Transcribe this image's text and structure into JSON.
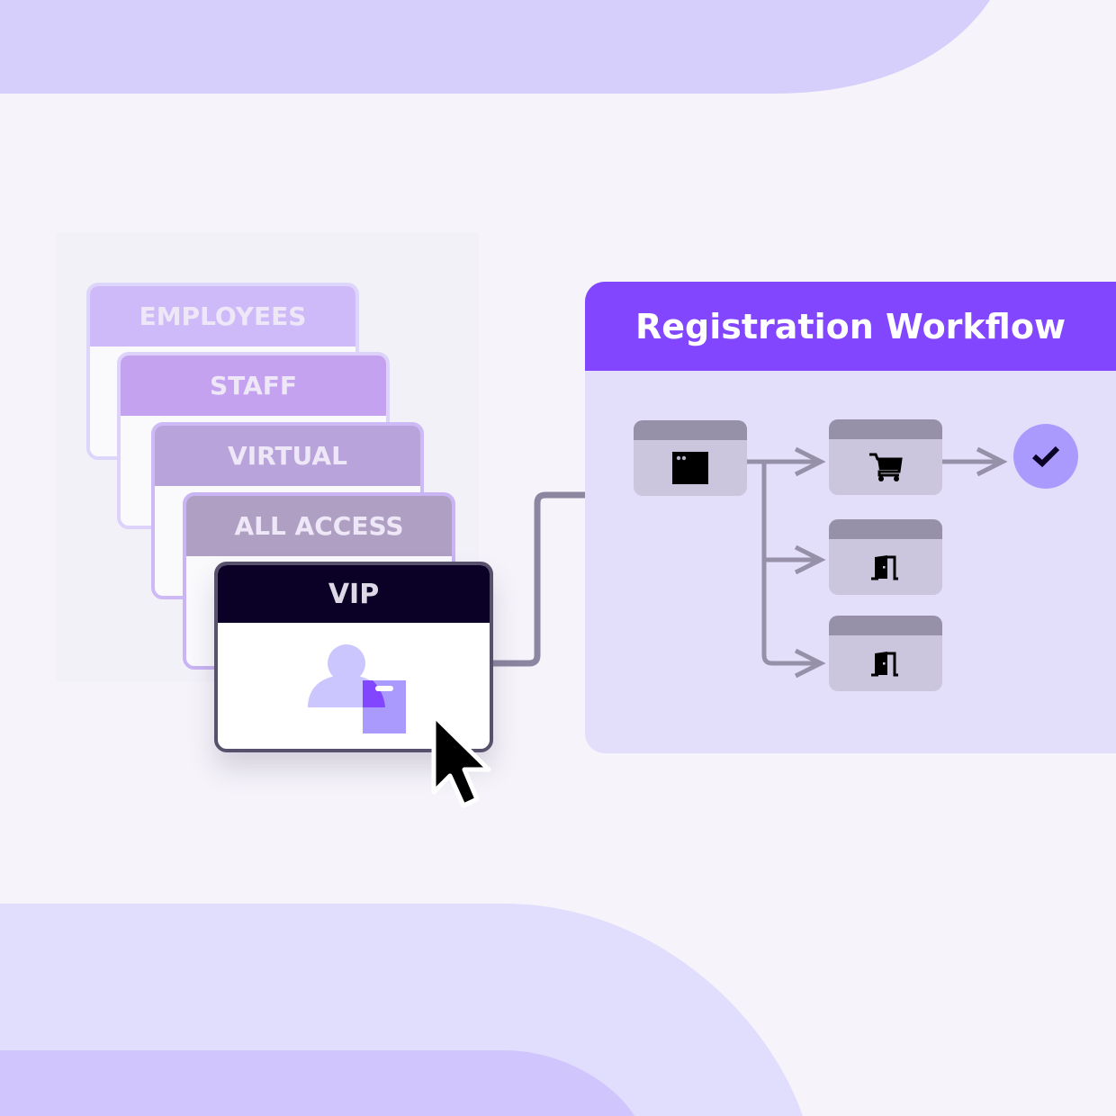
{
  "audience_cards": [
    {
      "label": "EMPLOYEES"
    },
    {
      "label": "STAFF"
    },
    {
      "label": "VIRTUAL"
    },
    {
      "label": "ALL ACCESS"
    },
    {
      "label": "VIP",
      "selected": true,
      "icon": "person-badge-icon"
    }
  ],
  "workflow": {
    "title": "Registration Workflow",
    "steps": [
      {
        "id": "start",
        "icon": "window-icon"
      },
      {
        "id": "purchase",
        "icon": "shopping-cart-icon"
      },
      {
        "id": "entry-1",
        "icon": "door-icon"
      },
      {
        "id": "entry-2",
        "icon": "door-icon"
      },
      {
        "id": "complete",
        "icon": "check-icon"
      }
    ]
  },
  "colors": {
    "accent": "#8146fe",
    "vip_header": "#0b0127",
    "panel_bg": "#e3dffb",
    "connector": "#8c86a0",
    "check_bg": "#ab9afd"
  },
  "cursor": {
    "icon": "mouse-pointer-icon"
  }
}
